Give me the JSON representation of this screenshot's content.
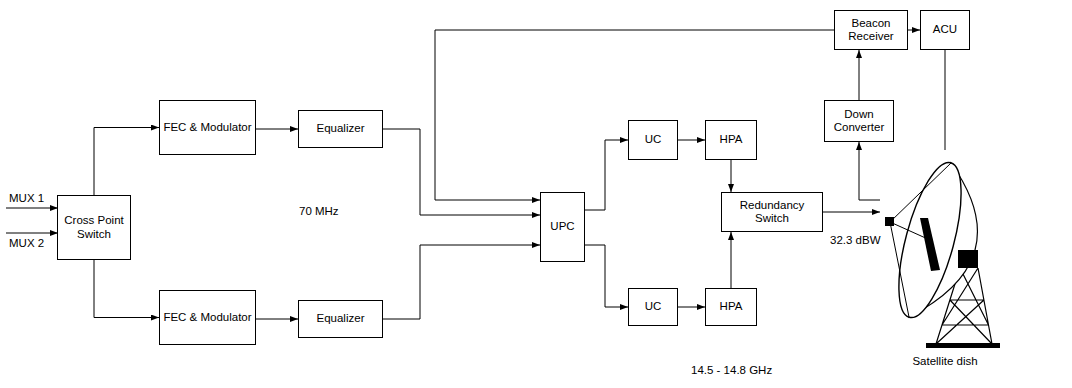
{
  "diagram": {
    "nodes": [
      {
        "text": [
          "Cross Point Switch"
        ]
      },
      {
        "text": [
          "FEC & Modulator"
        ]
      },
      {
        "text": [
          "Equalizer"
        ]
      },
      {
        "text": [
          "FEC & Modulator"
        ]
      },
      {
        "text": [
          "Equalizer"
        ]
      },
      {
        "text": [
          "UPC"
        ]
      },
      {
        "text": [
          "UC"
        ]
      },
      {
        "text": [
          "HPA"
        ]
      },
      {
        "text": [
          "UC"
        ]
      },
      {
        "text": [
          "HPA"
        ]
      },
      {
        "text": [
          "Redundancy Switch"
        ]
      },
      {
        "text": [
          "Beacon Receiver"
        ]
      },
      {
        "text": [
          "ACU"
        ]
      },
      {
        "text": [
          "Down Converter"
        ]
      },
      {
        "text": [
          "Satellite dish"
        ]
      }
    ],
    "edges": [
      {
        "from": 0,
        "to": 1,
        "arrow": "to"
      },
      {
        "from": 0,
        "to": 3,
        "arrow": "to"
      },
      {
        "from": 1,
        "to": 2,
        "arrow": "to"
      },
      {
        "from": 3,
        "to": 4,
        "arrow": "to"
      },
      {
        "from": 2,
        "to": 5,
        "arrow": "to"
      },
      {
        "from": 4,
        "to": 5,
        "arrow": "to"
      },
      {
        "from": 11,
        "to": 5,
        "arrow": "to"
      },
      {
        "from": 5,
        "to": 6,
        "arrow": "to"
      },
      {
        "from": 5,
        "to": 8,
        "arrow": "to"
      },
      {
        "from": 6,
        "to": 7,
        "arrow": "to"
      },
      {
        "from": 8,
        "to": 9,
        "arrow": "to"
      },
      {
        "from": 7,
        "to": 10,
        "arrow": "to"
      },
      {
        "from": 9,
        "to": 10,
        "arrow": "to"
      },
      {
        "from": 10,
        "to": 14,
        "label": "32.3 dBW",
        "arrow": "to"
      },
      {
        "from": 14,
        "to": 13,
        "arrow": "to"
      },
      {
        "from": 13,
        "to": 11,
        "arrow": "to"
      },
      {
        "from": 11,
        "to": 12,
        "arrow": "to"
      },
      {
        "from": 12,
        "to": 14,
        "arrow": "none"
      }
    ],
    "labels": [
      "MUX 1",
      "MUX 2",
      "70 MHz",
      "14.5 - 14.8 GHz"
    ]
  }
}
